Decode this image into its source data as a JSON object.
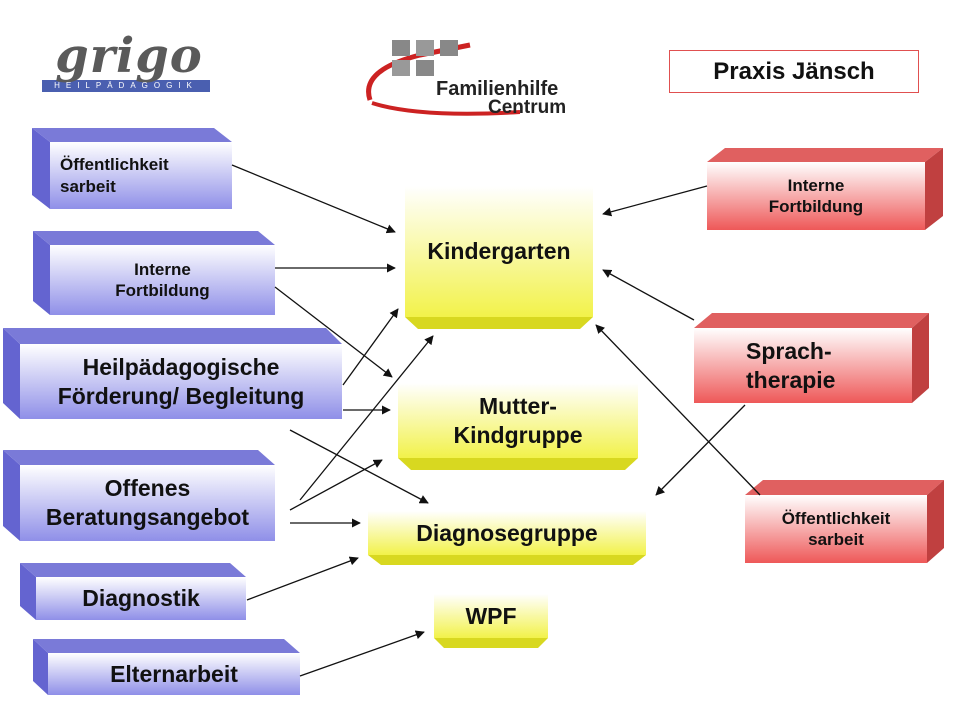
{
  "header": {
    "logo_left": {
      "script_text": "grigo",
      "sub_text": "HEILPÄDAGOGIK"
    },
    "logo_center": {
      "line1": "Familienhilfe",
      "line2": "Centrum"
    },
    "practice_name": "Praxis Jänsch"
  },
  "left_boxes": {
    "oeffentlichkeitsarbeit": "Öffentlichkeit\nsarbeit",
    "interne_fortbildung": "Interne\nFortbildung",
    "heilpaedagogische": "Heilpädagogische\nFörderung/ Begleitung",
    "offenes": "Offenes\nBeratungsangebot",
    "diagnostik": "Diagnostik",
    "elternarbeit": "Elternarbeit"
  },
  "center_boxes": {
    "kindergarten": "Kindergarten",
    "mutter": "Mutter-\nKindgruppe",
    "diagnosegruppe": "Diagnosegruppe",
    "wpf": "WPF"
  },
  "right_boxes": {
    "interne_fortbildung": "Interne\nFortbildung",
    "sprachtherapie": "Sprach-\ntherapie",
    "oeffentlichkeitsarbeit": "Öffentlichkeit\nsarbeit"
  },
  "colors": {
    "blue_front_top": "#ffffff",
    "blue_front_bottom": "#8f8fe8",
    "blue_side": "#6464d0",
    "yellow_top": "#ffffff",
    "yellow_bottom": "#f2f24a",
    "yellow_base": "#d8d820",
    "red_top": "#ffffff",
    "red_bottom": "#ee5858",
    "red_side": "#c04040",
    "arrow": "#111111"
  }
}
